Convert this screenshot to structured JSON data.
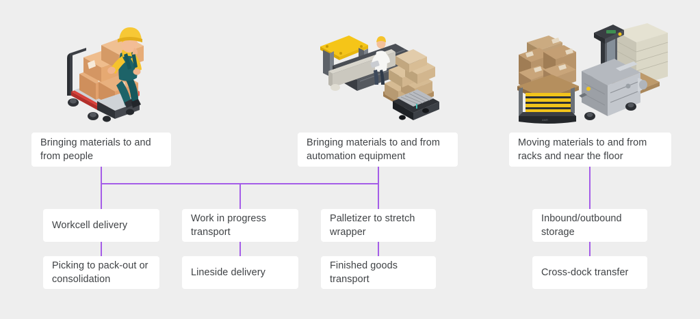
{
  "page": {
    "background_color": "#eeeeee",
    "connector_color": "#a45ce8",
    "card_background": "#ffffff",
    "text_color": "#3f4245"
  },
  "columns": [
    {
      "id": "people",
      "illustration": "worker-pushing-cart-of-boxes",
      "header": "Bringing materials to and from people",
      "items": [
        "Workcell delivery",
        "Picking to pack-out or consolidation"
      ]
    },
    {
      "id": "automation",
      "illustration": "conveyor-palletizer-with-operator",
      "header": "Bringing materials to and from automation equipment",
      "items": [
        "Work in progress transport",
        "Lineside delivery",
        "Palletizer to stretch wrapper",
        "Finished goods transport"
      ]
    },
    {
      "id": "racks",
      "illustration": "autonomous-forklift-with-pallets",
      "header": "Moving materials to and from racks and near the floor",
      "items": [
        "Inbound/outbound storage",
        "Cross-dock transfer"
      ]
    }
  ],
  "cards": {
    "head_1": "Bringing materials to and from people",
    "head_2": "Bringing materials to and from automation equipment",
    "head_3": "Moving materials to and from racks and near the floor",
    "a1": "Workcell delivery",
    "a2": "Picking to pack-out or consolidation",
    "b1": "Work in progress transport",
    "b2": "Lineside delivery",
    "c1": "Palletizer to stretch wrapper",
    "c2": "Finished goods transport",
    "d1": "Inbound/outbound storage",
    "d2": "Cross-dock transfer"
  }
}
